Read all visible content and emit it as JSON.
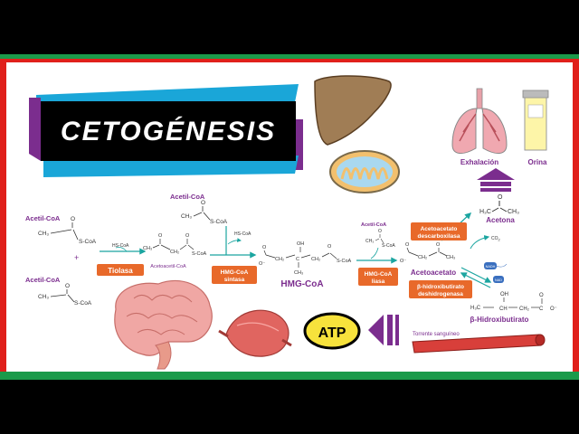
{
  "title": "CETOGÉNESIS",
  "colors": {
    "purple": "#7b2d8e",
    "green": "#1a9a4a",
    "red": "#e0201b",
    "cyan": "#1aa6d8",
    "orange": "#e8692a",
    "teal": "#1ba5a0",
    "black": "#000000"
  },
  "organs": {
    "lungs_label": "Exhalación",
    "urine_label": "Orina"
  },
  "reactants": {
    "acetyl_coa_1": "Acetil-CoA",
    "acetyl_coa_2": "Acetil-CoA",
    "acetyl_coa_3": "Acetil-CoA",
    "acetyl_coa_4": "Acetil-CoA",
    "ch3": "CH",
    "ch3_sub": "3",
    "s_coa": "S-CoA",
    "hs_coa": "HS-CoA",
    "plus": "+",
    "carbonyl_o": "O",
    "oh": "OH",
    "ch2": "CH",
    "ch2_sub": "2",
    "ch": "CH",
    "o_minus": "O",
    "co2": "CO",
    "co2_sub": "2",
    "nadh": "NADH",
    "nad": "NAD"
  },
  "intermediates": {
    "acetoacetyl_coa": "Acetoacetil-CoA",
    "hmg_coa": "HMG-CoA",
    "acetoacetate": "Acetoacetato",
    "acetone": "Acetona",
    "beta_hydroxybutyrate": "β-Hidroxibutirato"
  },
  "enzymes": {
    "thiolase": "Tiolasa",
    "hmg_synthase_line1": "HMG-CoA",
    "hmg_synthase_line2": "sintasa",
    "hmg_lyase_line1": "HMG-CoA",
    "hmg_lyase_line2": "liasa",
    "decarboxylase_line1": "Acetoacetato",
    "decarboxylase_line2": "descarboxilasa",
    "dehydrogenase_line1": "β-hidroxibutirato",
    "dehydrogenase_line2": "deshidrogenasa"
  },
  "bottom": {
    "atp": "ATP",
    "bloodstream": "Torrente sanguíneo"
  }
}
